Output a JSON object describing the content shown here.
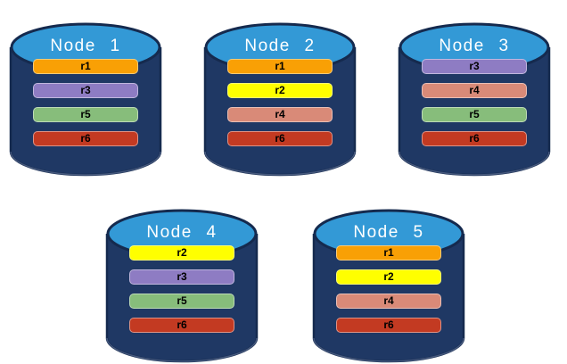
{
  "diagram": {
    "description": "Replica placement across database nodes",
    "background_color": "#FFFFFF",
    "cylinder": {
      "body_color": "#1F3864",
      "top_color": "#3399D6",
      "outline_color": "#152A4E",
      "bottom_rim_color": "#46597E",
      "title_color": "#FFFFFF",
      "icon": "database-cylinder-icon"
    },
    "replica_colors": {
      "r1": "#F9A005",
      "r2": "#FFFF00",
      "r3": "#8E7CC3",
      "r4": "#D98A78",
      "r5": "#87BD7B",
      "r6": "#C33A22"
    },
    "bar_text_color": "#000000",
    "nodes": [
      {
        "label": "Node 1",
        "replicas": [
          "r1",
          "r3",
          "r5",
          "r6"
        ]
      },
      {
        "label": "Node 2",
        "replicas": [
          "r1",
          "r2",
          "r4",
          "r6"
        ]
      },
      {
        "label": "Node 3",
        "replicas": [
          "r3",
          "r4",
          "r5",
          "r6"
        ]
      },
      {
        "label": "Node 4",
        "replicas": [
          "r2",
          "r3",
          "r5",
          "r6"
        ]
      },
      {
        "label": "Node 5",
        "replicas": [
          "r1",
          "r2",
          "r4",
          "r6"
        ]
      }
    ]
  }
}
